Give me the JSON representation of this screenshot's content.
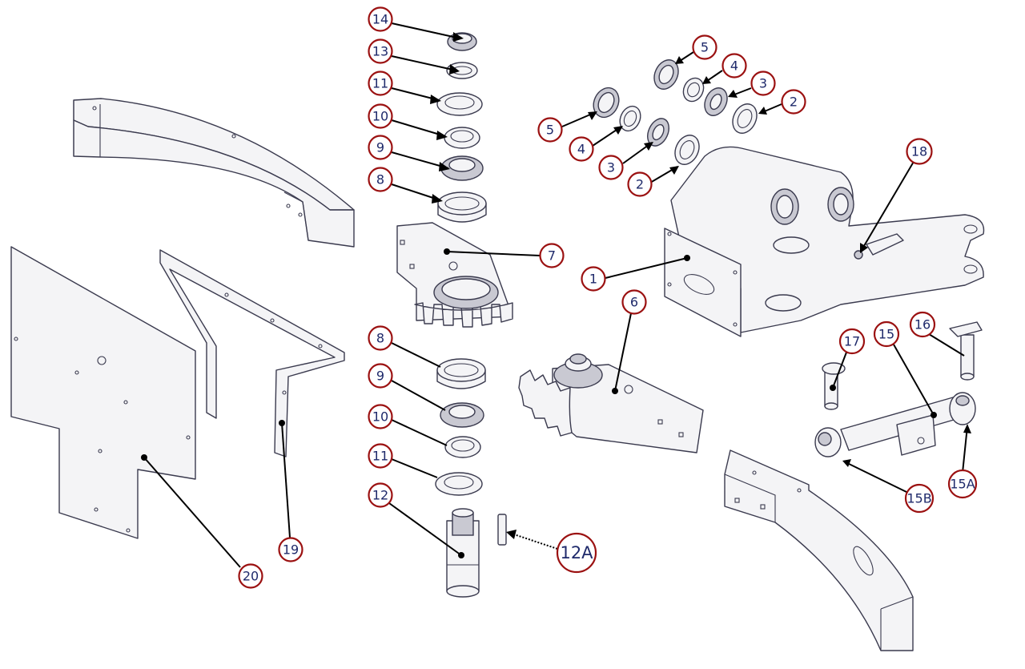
{
  "callouts": {
    "c14": "14",
    "c13": "13",
    "c11a": "11",
    "c10a": "10",
    "c9a": "9",
    "c8a": "8",
    "c7": "7",
    "c8b": "8",
    "c9b": "9",
    "c10b": "10",
    "c11b": "11",
    "c12": "12",
    "c12a": "12A",
    "c5a": "5",
    "c4a": "4",
    "c3a": "3",
    "c2a": "2",
    "c5b": "5",
    "c4b": "4",
    "c3b": "3",
    "c2b": "2",
    "c18": "18",
    "c1": "1",
    "c6": "6",
    "c17": "17",
    "c15": "15",
    "c16": "16",
    "c15b": "15B",
    "c15a": "15A",
    "c19": "19",
    "c20": "20"
  },
  "colors": {
    "callout_ring": "#9b1111",
    "callout_text": "#1f2a6b",
    "line_art": "#3a3a4e",
    "leader": "#000000"
  }
}
